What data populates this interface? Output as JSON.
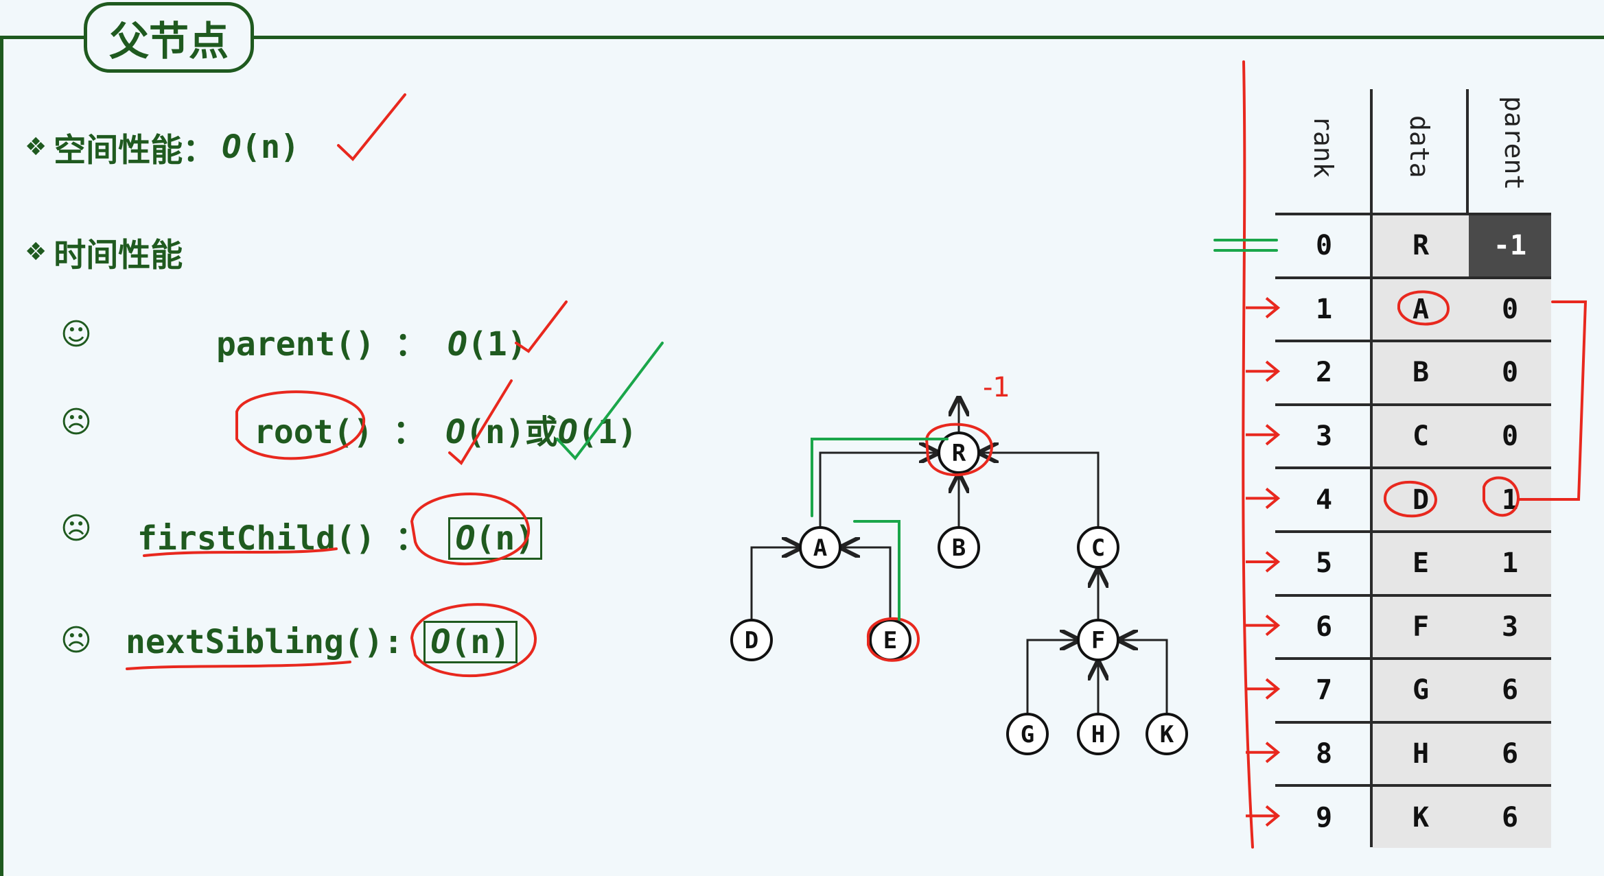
{
  "section_title": "父节点",
  "space": {
    "bullet": "❖",
    "label": "空间性能：",
    "complexity_letter": "O",
    "complexity_arg": "(n)"
  },
  "time": {
    "bullet": "❖",
    "label": "时间性能"
  },
  "ops": [
    {
      "face": "☺",
      "name": "parent()",
      "sep": "：",
      "letter": "O",
      "arg": "(1)",
      "alt": ""
    },
    {
      "face": "☹",
      "name": "root()",
      "sep": "：",
      "letter": "O",
      "arg": "(n)",
      "alt": "或",
      "alt_letter": "O",
      "alt_arg": "(1)"
    },
    {
      "face": "☹",
      "name": "firstChild()",
      "sep": "：",
      "letter": "O",
      "arg": "(n)"
    },
    {
      "face": "☹",
      "name": "nextSibling()",
      "sep": ":",
      "letter": "O",
      "arg": "(n)"
    }
  ],
  "tree": {
    "nodes": [
      "R",
      "A",
      "B",
      "C",
      "D",
      "E",
      "F",
      "G",
      "H",
      "K"
    ],
    "root_annotation": "-1"
  },
  "table": {
    "headers": [
      "rank",
      "data",
      "parent"
    ],
    "rows": [
      {
        "rank": "0",
        "data": "R",
        "parent": "-1"
      },
      {
        "rank": "1",
        "data": "A",
        "parent": "0"
      },
      {
        "rank": "2",
        "data": "B",
        "parent": "0"
      },
      {
        "rank": "3",
        "data": "C",
        "parent": "0"
      },
      {
        "rank": "4",
        "data": "D",
        "parent": "1"
      },
      {
        "rank": "5",
        "data": "E",
        "parent": "1"
      },
      {
        "rank": "6",
        "data": "F",
        "parent": "3"
      },
      {
        "rank": "7",
        "data": "G",
        "parent": "6"
      },
      {
        "rank": "8",
        "data": "H",
        "parent": "6"
      },
      {
        "rank": "9",
        "data": "K",
        "parent": "6"
      }
    ]
  },
  "colors": {
    "theme_green": "#1f5a1f",
    "ink_red": "#e8281e",
    "ink_green": "#1aa64a",
    "cell_gray": "#e6e6e6",
    "root_parent_dark": "#4a4a4a"
  }
}
